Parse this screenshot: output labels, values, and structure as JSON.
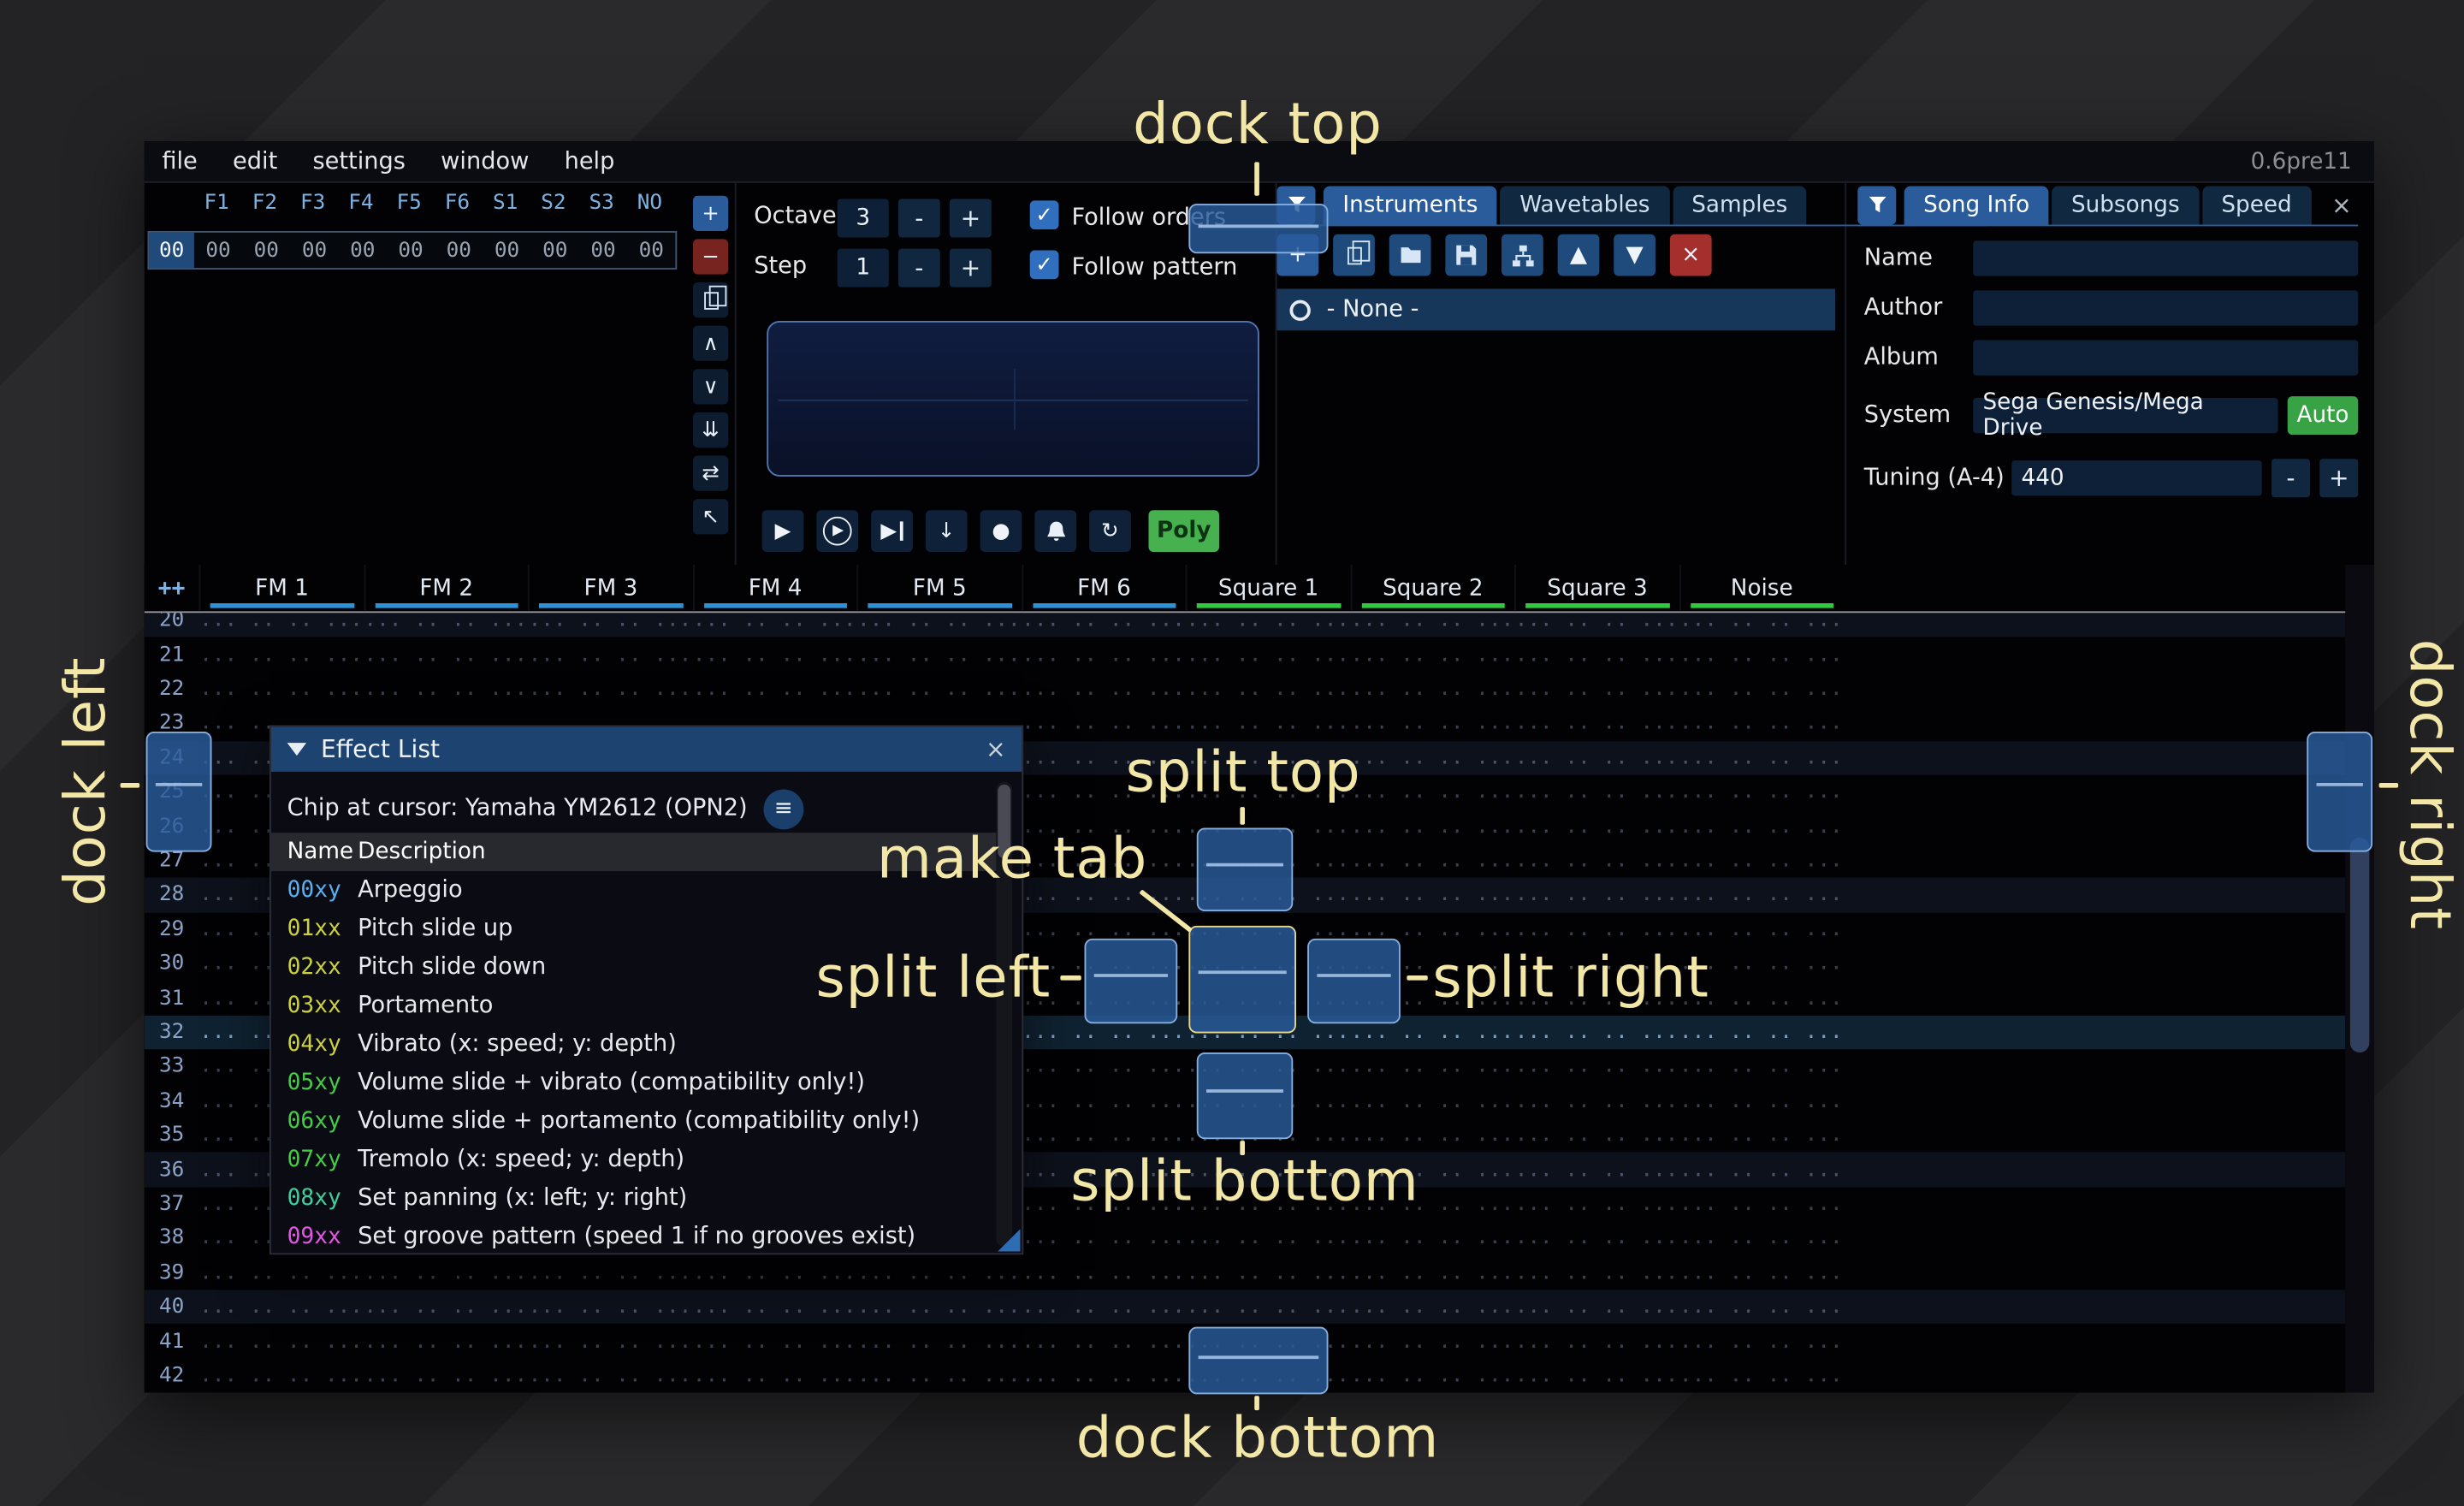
{
  "window": {
    "version": "0.6pre11"
  },
  "menu_bar": {
    "items": [
      "file",
      "edit",
      "settings",
      "window",
      "help"
    ]
  },
  "icons": {
    "close": "×",
    "check": "✓",
    "menu": "≡",
    "plus": "+",
    "minus": "−",
    "up_chevron": "∧",
    "down_chevron": "∨",
    "double_down": "⇊",
    "swap": "⇄",
    "pointer": "↖",
    "play": "▶",
    "down_arrow": "↓",
    "record": "●",
    "repeat": "↻",
    "up_triangle": "▲",
    "down_triangle": "▼"
  },
  "orders_panel": {
    "columns": [
      "F1",
      "F2",
      "F3",
      "F4",
      "F5",
      "F6",
      "S1",
      "S2",
      "S3",
      "NO"
    ],
    "rows": [
      {
        "index": "00",
        "values": [
          "00",
          "00",
          "00",
          "00",
          "00",
          "00",
          "00",
          "00",
          "00",
          "00"
        ]
      }
    ],
    "buttons": [
      {
        "name": "order-add-button",
        "icon": "plus",
        "style": "blue"
      },
      {
        "name": "order-remove-button",
        "icon": "minus",
        "style": "red"
      },
      {
        "name": "order-duplicate-button",
        "icon": "copy"
      },
      {
        "name": "order-move-up-button",
        "icon": "up_chevron"
      },
      {
        "name": "order-move-down-button",
        "icon": "down_chevron"
      },
      {
        "name": "order-duplicate-end-button",
        "icon": "double_down"
      },
      {
        "name": "order-change-mode-button",
        "icon": "swap"
      },
      {
        "name": "order-edit-mode-button",
        "icon": "pointer"
      }
    ]
  },
  "transport": {
    "octave": {
      "label": "Octave",
      "value": "3"
    },
    "step": {
      "label": "Step",
      "value": "1"
    },
    "minus_label": "-",
    "plus_label": "+",
    "follow_orders": "Follow orders",
    "follow_pattern": "Follow pattern",
    "poly_label": "Poly"
  },
  "playback": {
    "buttons": [
      {
        "name": "play-button",
        "icon": "play"
      },
      {
        "name": "play-from-start-button",
        "icon": "play",
        "circle": true
      },
      {
        "name": "play-one-row-button",
        "icon": "step"
      },
      {
        "name": "step-down-button",
        "icon": "down_arrow"
      },
      {
        "name": "record-button",
        "icon": "record"
      },
      {
        "name": "metronome-button",
        "icon": "bell"
      },
      {
        "name": "repeat-button",
        "icon": "repeat"
      }
    ]
  },
  "assets_panel": {
    "tabs": [
      {
        "label": "Instruments",
        "selected": true
      },
      {
        "label": "Wavetables",
        "selected": false
      },
      {
        "label": "Samples",
        "selected": false
      }
    ],
    "toolbar": [
      {
        "name": "add-instrument-button",
        "icon": "plus",
        "style": "blue"
      },
      {
        "name": "duplicate-instrument-button",
        "icon": "copy"
      },
      {
        "name": "open-instrument-button",
        "icon": "folder"
      },
      {
        "name": "save-instrument-button",
        "icon": "floppy"
      },
      {
        "name": "instrument-folders-button",
        "icon": "tree"
      },
      {
        "name": "move-instrument-up-button",
        "icon": "up_triangle"
      },
      {
        "name": "move-instrument-down-button",
        "icon": "down_triangle"
      },
      {
        "name": "delete-instrument-button",
        "icon": "close",
        "style": "red"
      }
    ],
    "items": [
      {
        "label": "- None -",
        "selected": true
      }
    ]
  },
  "song_panel": {
    "tabs": [
      {
        "label": "Song Info",
        "selected": true
      },
      {
        "label": "Subsongs",
        "selected": false
      },
      {
        "label": "Speed",
        "selected": false
      }
    ],
    "fields": [
      {
        "label": "Name",
        "value": ""
      },
      {
        "label": "Author",
        "value": ""
      },
      {
        "label": "Album",
        "value": ""
      }
    ],
    "system": {
      "label": "System",
      "value": "Sega Genesis/Mega Drive",
      "auto_label": "Auto"
    },
    "tuning": {
      "label": "Tuning (A-4)",
      "value": "440",
      "minus": "-",
      "plus": "+"
    }
  },
  "pattern": {
    "expand_button": "++",
    "channels": [
      {
        "name": "FM 1",
        "type": "fm"
      },
      {
        "name": "FM 2",
        "type": "fm"
      },
      {
        "name": "FM 3",
        "type": "fm"
      },
      {
        "name": "FM 4",
        "type": "fm"
      },
      {
        "name": "FM 5",
        "type": "fm"
      },
      {
        "name": "FM 6",
        "type": "fm"
      },
      {
        "name": "Square 1",
        "type": "psg"
      },
      {
        "name": "Square 2",
        "type": "psg"
      },
      {
        "name": "Square 3",
        "type": "psg"
      },
      {
        "name": "Noise",
        "type": "psg"
      }
    ],
    "rows": [
      20,
      21,
      22,
      23,
      24,
      25,
      26,
      27,
      28,
      29,
      30,
      31,
      32,
      33,
      34,
      35,
      36,
      37,
      38,
      39,
      40,
      41,
      42
    ],
    "cursor_row": 32,
    "empty_cell": "... .. .. ..."
  },
  "effect_list": {
    "title": "Effect List",
    "chip_info": "Chip at cursor: Yamaha YM2612 (OPN2)",
    "columns": {
      "name": "Name",
      "description": "Description"
    },
    "effects": [
      {
        "code": "00xy",
        "color": "#58aff2",
        "description": "Arpeggio"
      },
      {
        "code": "01xx",
        "color": "#ccd13d",
        "description": "Pitch slide up"
      },
      {
        "code": "02xx",
        "color": "#ccd13d",
        "description": "Pitch slide down"
      },
      {
        "code": "03xx",
        "color": "#ccd13d",
        "description": "Portamento"
      },
      {
        "code": "04xy",
        "color": "#ccd13d",
        "description": "Vibrato (x: speed; y: depth)"
      },
      {
        "code": "05xy",
        "color": "#45cb45",
        "description": "Volume slide + vibrato (compatibility only!)"
      },
      {
        "code": "06xy",
        "color": "#45cb45",
        "description": "Volume slide + portamento (compatibility only!)"
      },
      {
        "code": "07xy",
        "color": "#45cb45",
        "description": "Tremolo (x: speed; y: depth)"
      },
      {
        "code": "08xy",
        "color": "#3fcf9a",
        "description": "Set panning (x: left; y: right)"
      },
      {
        "code": "09xx",
        "color": "#e257e2",
        "description": "Set groove pattern (speed 1 if no grooves exist)"
      }
    ]
  },
  "annotations": {
    "dock_top": "dock top",
    "dock_left": "dock left",
    "dock_right": "dock right",
    "dock_bottom": "dock bottom",
    "split_top": "split top",
    "split_left": "split left",
    "split_right": "split right",
    "split_bottom": "split bottom",
    "make_tab": "make tab",
    "color": "#f2e7a6"
  },
  "colors": {
    "accent": "#2a5c9c",
    "dock_fill": "#2a5c9c",
    "dock_border": "#85aede",
    "dock_highlight": "#e8d88c",
    "fm_channel": "#2d93d8",
    "psg_channel": "#31c93e",
    "poly_green": "#46b14e",
    "auto_green": "#37a344",
    "delete_red": "#a42f2c"
  }
}
